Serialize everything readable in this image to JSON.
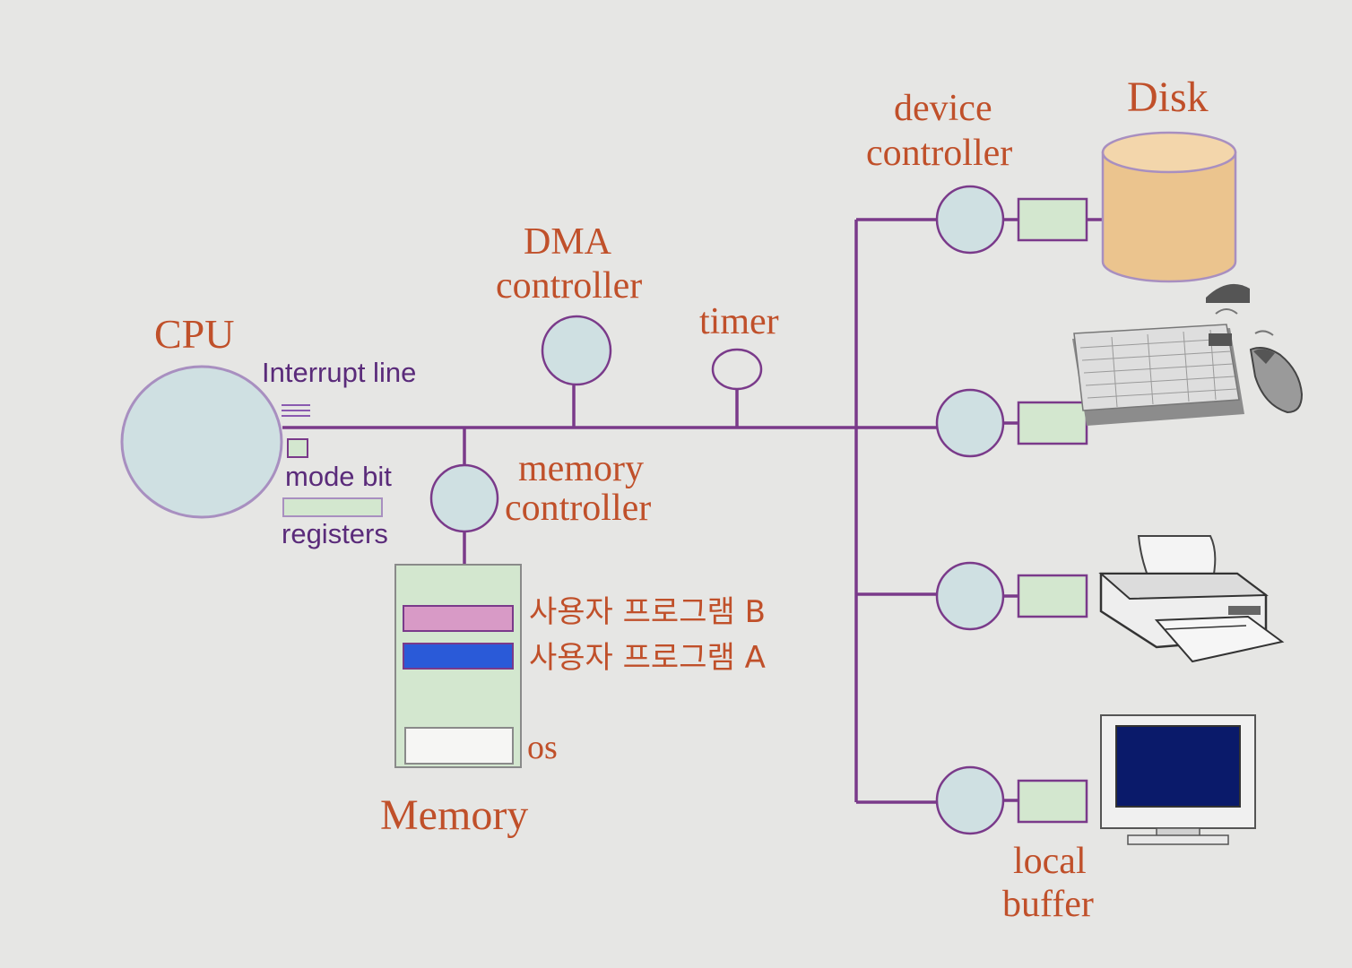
{
  "labels": {
    "cpu": "CPU",
    "interrupt_line": "Interrupt line",
    "mode_bit": "mode bit",
    "registers": "registers",
    "dma_line1": "DMA",
    "dma_line2": "controller",
    "timer": "timer",
    "memctrl_line1": "memory",
    "memctrl_line2": "controller",
    "memory": "Memory",
    "program_b": "사용자 프로그램 B",
    "program_a": "사용자 프로그램 A",
    "os": "os",
    "devctrl_line1": "device",
    "devctrl_line2": "controller",
    "disk": "Disk",
    "localbuf_line1": "local",
    "localbuf_line2": "buffer"
  },
  "devices": [
    "disk-icon",
    "keyboard-mouse-icon",
    "printer-icon",
    "monitor-icon"
  ],
  "colors": {
    "background": "#e6e6e4",
    "bus": "#7a3a8a",
    "label_orange": "#c0502a",
    "label_purple": "#5a2b7a",
    "controller_fill": "#cfe0e2",
    "buffer_fill": "#d3e7cf",
    "program_b": "#d89ac6",
    "program_a": "#2a5ad8",
    "disk_fill": "#ebc48e"
  }
}
